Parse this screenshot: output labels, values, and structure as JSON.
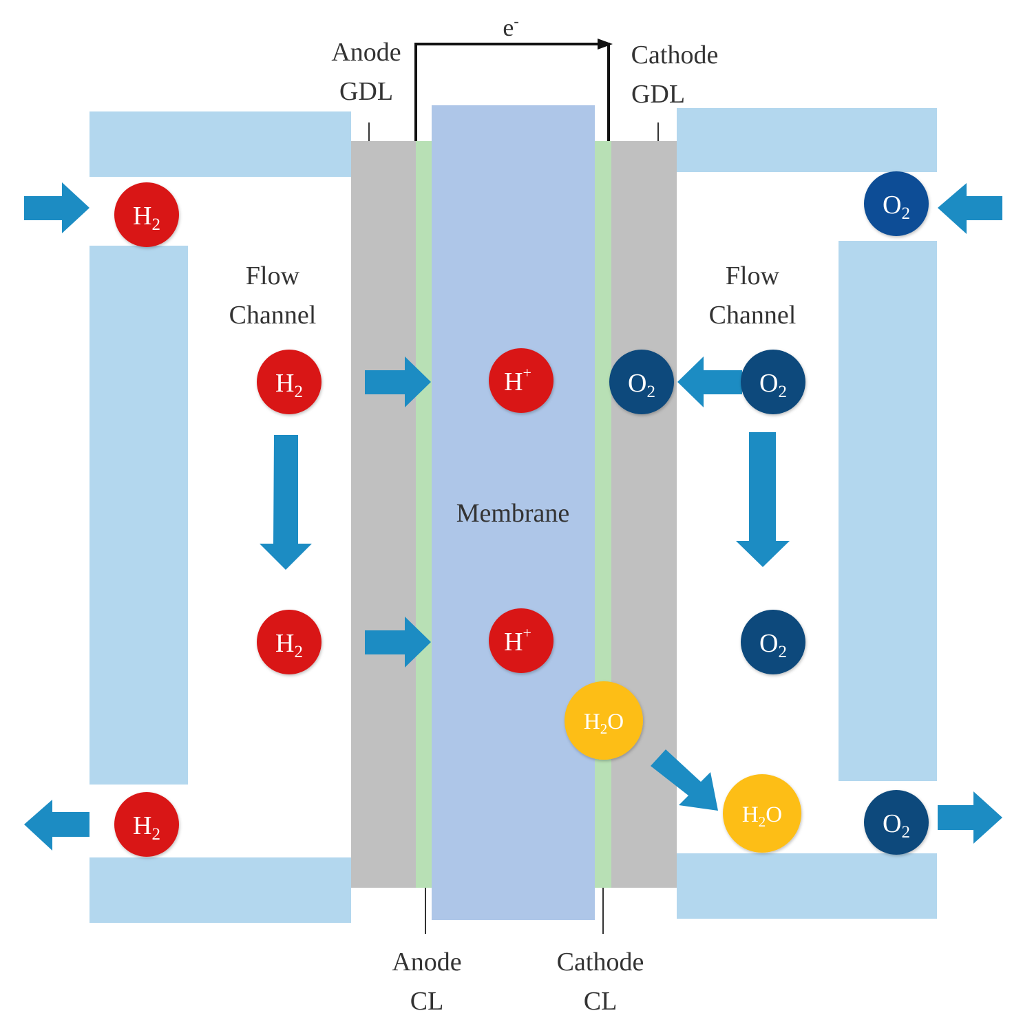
{
  "labels": {
    "electron": "e",
    "electron_sup": "-",
    "anode_gdl_1": "Anode",
    "anode_gdl_2": "GDL",
    "cathode_gdl_1": "Cathode",
    "cathode_gdl_2": "GDL",
    "flow_channel_left_1": "Flow",
    "flow_channel_left_2": "Channel",
    "flow_channel_right_1": "Flow",
    "flow_channel_right_2": "Channel",
    "membrane": "Membrane",
    "anode_cl_1": "Anode",
    "anode_cl_2": "CL",
    "cathode_cl_1": "Cathode",
    "cathode_cl_2": "CL"
  },
  "molecules": {
    "h2": {
      "base": "H",
      "sub": "2"
    },
    "o2": {
      "base": "O",
      "sub": "2"
    },
    "hplus": {
      "base": "H",
      "sup": "+"
    },
    "h2o": {
      "base1": "H",
      "sub": "2",
      "base2": "O"
    }
  },
  "colors": {
    "plate": "#b3d7ee",
    "gdl": "#c0c0c0",
    "catalyst": "#b8e0b5",
    "membrane": "#aec6e8",
    "arrow": "#1c8cc3",
    "hydrogen": "#d91414",
    "oxygen_inlet": "#0b4e96",
    "oxygen": "#0c4a7c",
    "water": "#fdbe16",
    "text": "#333333",
    "circuit": "#111111"
  }
}
